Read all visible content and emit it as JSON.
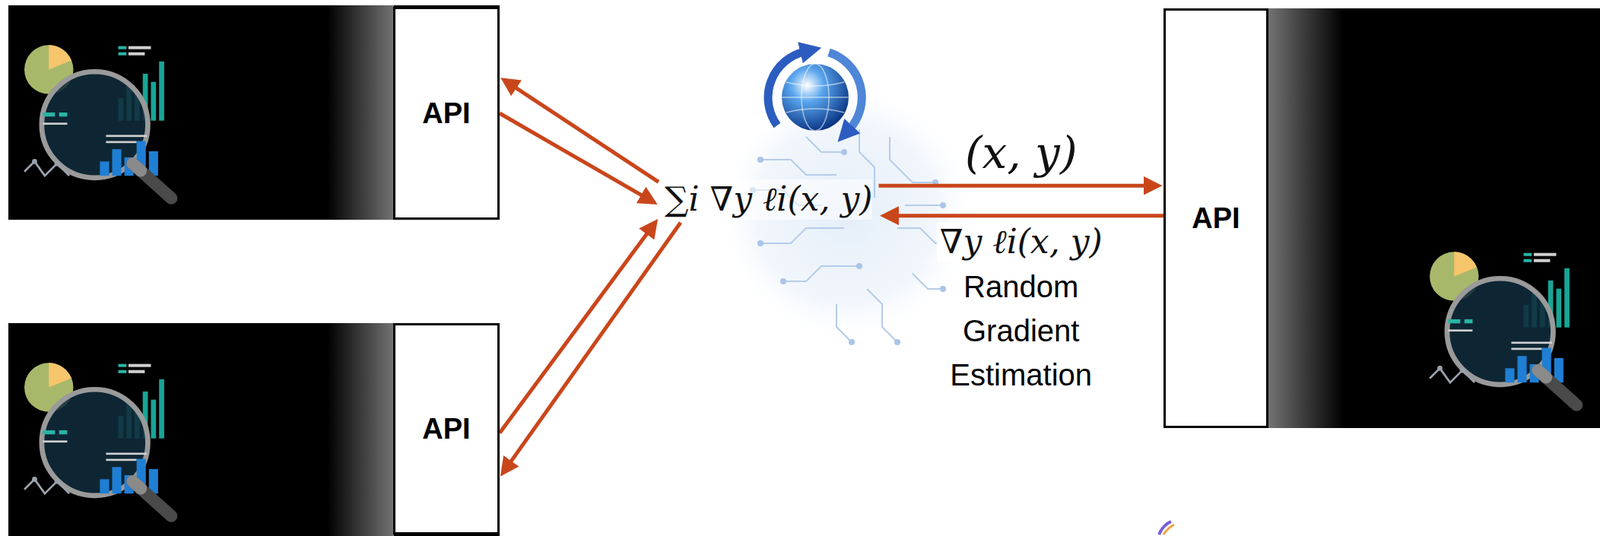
{
  "diagram": {
    "nodes": [
      {
        "text": [
          "API"
        ]
      },
      {
        "text": [
          "API"
        ]
      },
      {
        "text": [
          "∑i ∇y ℓi(x, y)"
        ]
      },
      {
        "text": [
          "API"
        ]
      }
    ],
    "edges": [
      {
        "from": 2,
        "to": 0,
        "arrow": "to"
      },
      {
        "from": 0,
        "to": 2,
        "arrow": "to"
      },
      {
        "from": 1,
        "to": 2,
        "arrow": "to"
      },
      {
        "from": 2,
        "to": 1,
        "arrow": "to"
      },
      {
        "from": 2,
        "to": 3,
        "arrow": "to",
        "label": "(x, y)"
      },
      {
        "from": 3,
        "to": 2,
        "arrow": "to",
        "label": "∇y ℓi(x, y)"
      }
    ],
    "labels": [
      "Random Gradient Estimation"
    ]
  }
}
